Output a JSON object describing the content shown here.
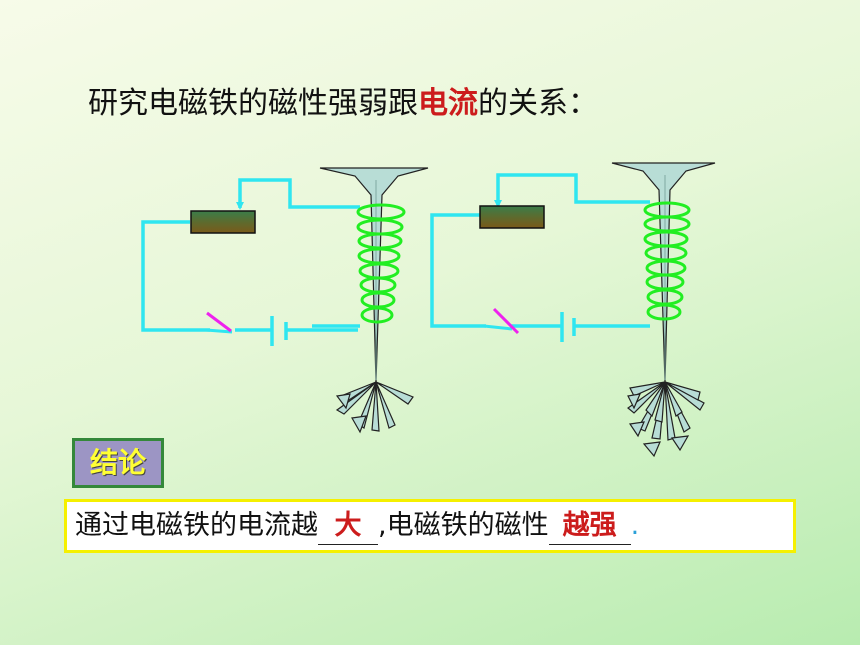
{
  "title": {
    "before": "研究电磁铁的磁性强弱跟",
    "highlight": "电流",
    "after": "的关系："
  },
  "conclusion": {
    "label": "结论",
    "part1": "通过电磁铁的电流越",
    "answer1": "大",
    "part2": ",电磁铁的磁性",
    "answer2": "越强",
    "end": "."
  },
  "colors": {
    "wire": "#2fe6f0",
    "coil": "#22ee22",
    "switch": "#ee22ee",
    "highlight": "#cc1c1c",
    "nail_fill": "#b8ddd6",
    "pin_fill": "#b8ddd6"
  },
  "diagram": {
    "circuits": [
      {
        "id": "left",
        "coil_turns": 8,
        "attracted_pins": 6
      },
      {
        "id": "right",
        "coil_turns": 8,
        "attracted_pins": 11
      }
    ]
  }
}
